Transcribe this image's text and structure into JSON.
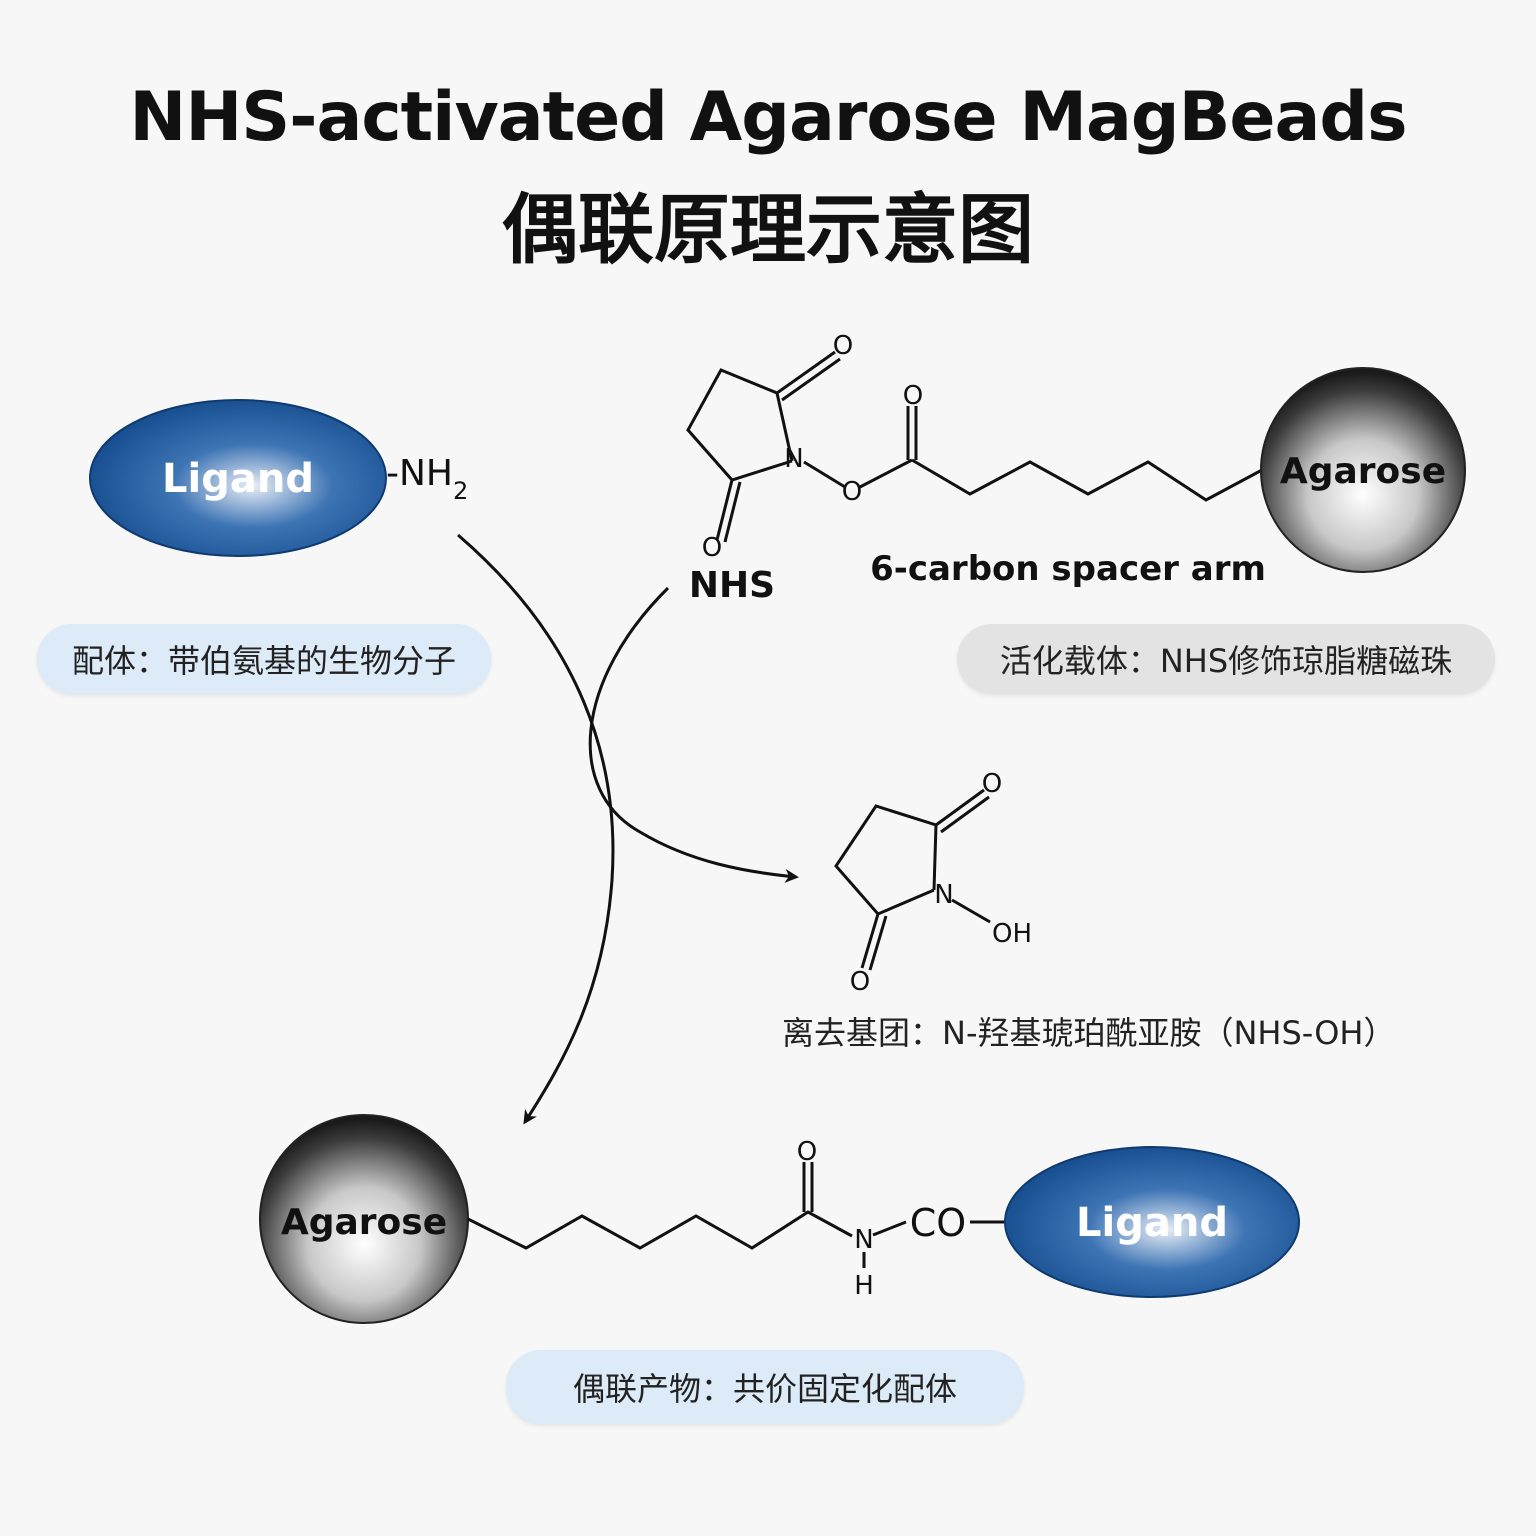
{
  "title": {
    "english": "NHS-activated Agarose MagBeads",
    "chinese": "偶联原理示意图"
  },
  "ligand": {
    "label": "Ligand",
    "amine_group": "-NH",
    "amine_subscript": "2",
    "caption": "配体：带伯氨基的生物分子"
  },
  "activated_support": {
    "nhs_label": "NHS",
    "spacer_label": "6-carbon spacer arm",
    "bead_label": "Agarose",
    "caption": "活化载体：NHS修饰琼脂糖磁珠",
    "atoms": {
      "oxygen": "O",
      "nitrogen": "N"
    }
  },
  "leaving_group": {
    "caption": "离去基团：N-羟基琥珀酰亚胺（NHS-OH）",
    "atoms": {
      "oxygen": "O",
      "nitrogen": "N",
      "hydroxyl": "OH"
    }
  },
  "product": {
    "bead_label": "Agarose",
    "ligand_label": "Ligand",
    "carbonyl_group": "CO",
    "atoms": {
      "oxygen": "O",
      "nitrogen": "N",
      "hydrogen": "H"
    },
    "caption": "偶联产物：共价固定化配体"
  },
  "colors": {
    "ligand_blue": "#1e5aa0",
    "bead_grey": "#555555",
    "pill_blue": "#dcebf7",
    "pill_grey": "#e3e3e3"
  }
}
